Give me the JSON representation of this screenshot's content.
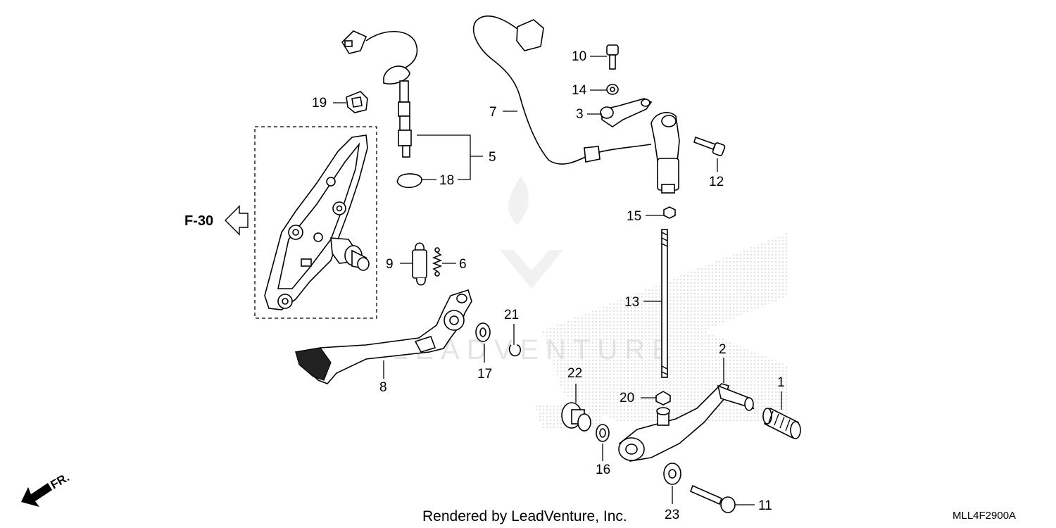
{
  "diagram": {
    "reference_label": "F-30",
    "direction_label": "FR.",
    "rendered_by": "Rendered by LeadVenture, Inc.",
    "diagram_code": "MLL4F2900A",
    "watermark_text": "LEADVENTURE",
    "callouts": {
      "c1": "1",
      "c2": "2",
      "c3": "3",
      "c5": "5",
      "c6": "6",
      "c7": "7",
      "c8": "8",
      "c9": "9",
      "c10": "10",
      "c11": "11",
      "c12": "12",
      "c13": "13",
      "c14": "14",
      "c15": "15",
      "c16": "16",
      "c17": "17",
      "c18": "18",
      "c19": "19",
      "c20": "20",
      "c21": "21",
      "c22": "22",
      "c23": "23"
    }
  }
}
